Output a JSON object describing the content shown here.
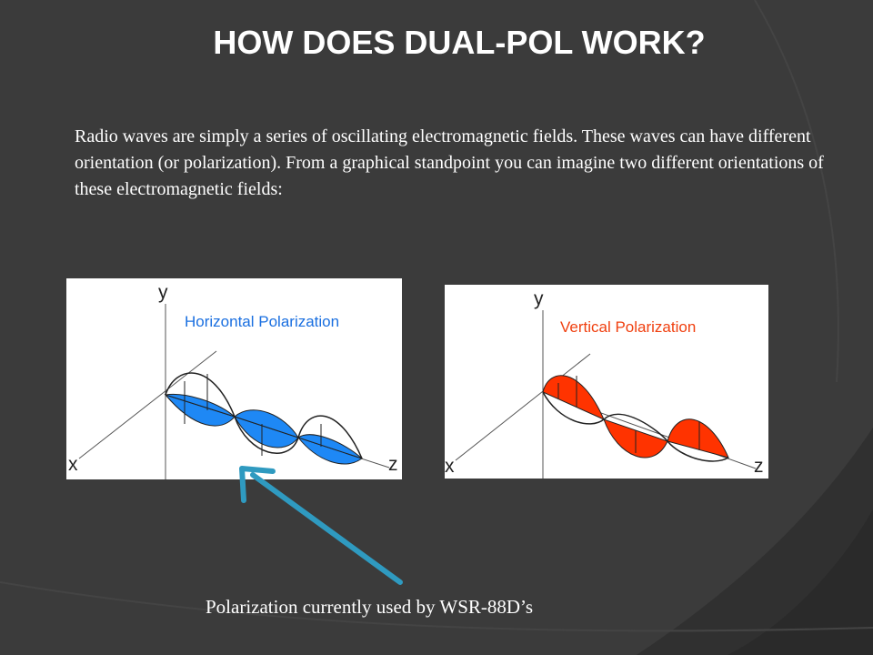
{
  "slide": {
    "title": "HOW DOES DUAL-POL WORK?",
    "body": "Radio waves are simply a series of oscillating electromagnetic fields.  These waves can have different orientation (or polarization).  From a graphical standpoint you can imagine two different orientations of these electromagnetic fields:",
    "caption": "Polarization currently used by WSR-88D’s"
  },
  "diagrams": [
    {
      "label": "Horizontal Polarization",
      "label_color": "#1a6fe0",
      "fill_color": "#1e88f5",
      "axes": {
        "x": "x",
        "y": "y",
        "z": "z"
      }
    },
    {
      "label": "Vertical Polarization",
      "label_color": "#f04010",
      "fill_color": "#ff3300",
      "axes": {
        "x": "x",
        "y": "y",
        "z": "z"
      }
    }
  ],
  "colors": {
    "background": "#3b3b3b",
    "arrow": "#2f9ac0",
    "text": "#ffffff"
  }
}
